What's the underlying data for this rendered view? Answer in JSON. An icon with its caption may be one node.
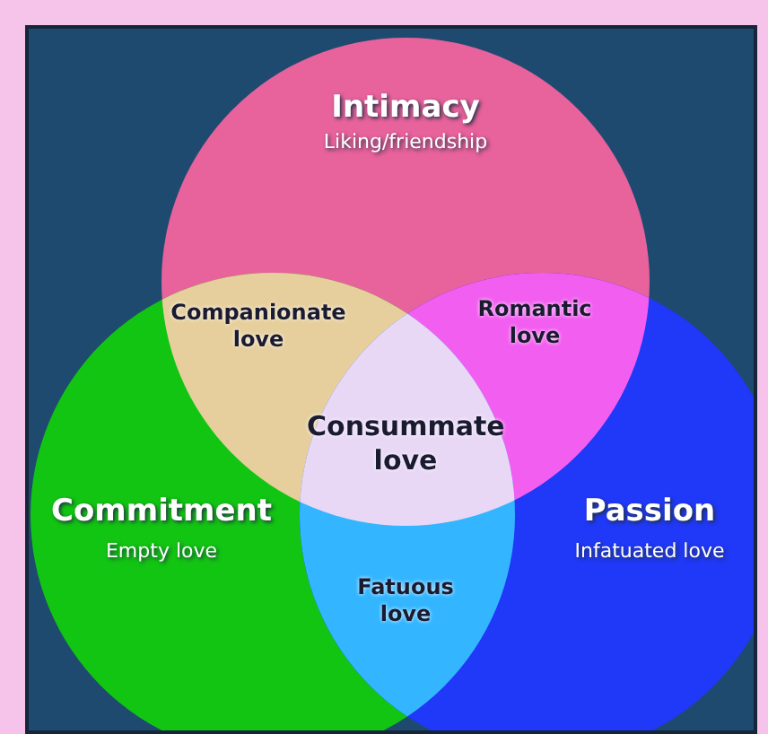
{
  "diagram": {
    "nodes": [
      {
        "text": [
          "Intimacy",
          "Liking/friendship"
        ]
      },
      {
        "text": [
          "Companionate love"
        ]
      },
      {
        "text": [
          "Romantic love"
        ]
      },
      {
        "text": [
          "Consummate love"
        ]
      },
      {
        "text": [
          "Commitment",
          "Empty love"
        ]
      },
      {
        "text": [
          "Passion",
          "Infatuated love"
        ]
      },
      {
        "text": [
          "Fatuous love"
        ]
      }
    ]
  }
}
